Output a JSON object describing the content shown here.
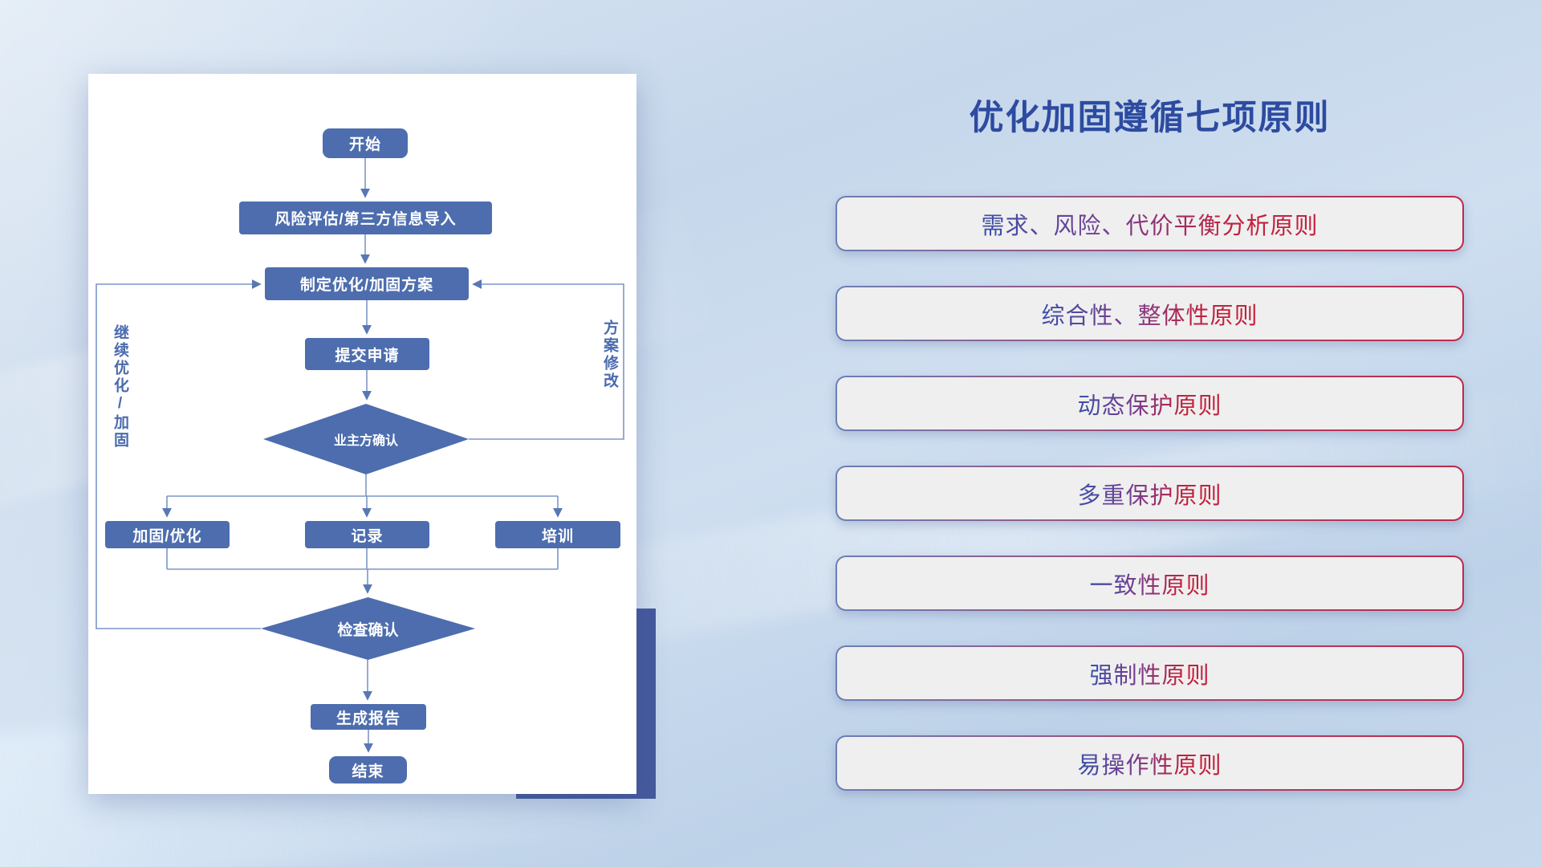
{
  "flowchart": {
    "nodes": {
      "start": "开始",
      "risk_import": "风险评估/第三方信息导入",
      "make_plan": "制定优化/加固方案",
      "submit": "提交申请",
      "owner_confirm": "业主方确认",
      "reinforce": "加固/优化",
      "record": "记录",
      "training": "培训",
      "check_confirm": "检查确认",
      "report": "生成报告",
      "end": "结束"
    },
    "loop_labels": {
      "continue_optimize": "继续优化/加固",
      "plan_revise": "方案修改"
    }
  },
  "panel": {
    "title": "优化加固遵循七项原则",
    "principles": [
      "需求、风险、代价平衡分析原则",
      "综合性、整体性原则",
      "动态保护原则",
      "多重保护原则",
      "一致性原则",
      "强制性原则",
      "易操作性原则"
    ]
  },
  "colors": {
    "node_fill": "#4d6dae",
    "connector": "#7b96c8",
    "title_blue": "#2d4ba0",
    "principle_red": "#c2203c",
    "principle_blue": "#3a4fa8",
    "accent_block": "#455a9d",
    "card_bg": "#ffffff",
    "principle_bg": "#efefef"
  }
}
